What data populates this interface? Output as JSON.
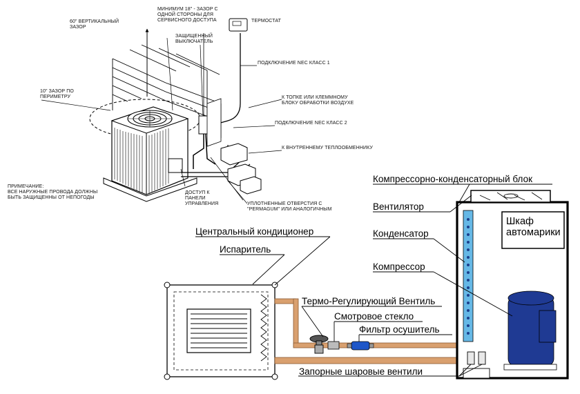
{
  "top_diagram": {
    "vertical_clearance": "60\" ВЕРТИКАЛЬНЫЙ\nЗАЗОР",
    "min_clearance": "МИНИМУМ 18\" - ЗАЗОР С\nОДНОЙ СТОРОНЫ ДЛЯ\nСЕРВИСНОГО ДОСТУПА",
    "thermostat": "ТЕРМОСТАТ",
    "protected_switch": "ЗАЩИЩЕННЫЙ\nВЫКЛЮЧАТЕЛЬ",
    "nec_class1": "ПОДКЛЮЧЕНИЕ NEC КЛАСС 1",
    "perimeter_clearance": "10\" ЗАЗОР ПО\nПЕРИМЕТРУ",
    "to_furnace": "К ТОПКЕ ИЛИ КЛЕММНОМУ\nБЛОКУ ОБРАБОТКИ ВОЗДУХЕ",
    "nec_class2": "ПОДКЛЮЧЕНИЕ NEC КЛАСС 2",
    "to_indoor_coil": "К ВНУТРЕННЕМУ ТЕПЛООБМЕННИКУ",
    "note": "ПРИМЕЧАНИЕ:\nВСЕ НАРУЖНЫЕ ПРОВОДА ДОЛЖНЫ\nБЫТЬ ЗАЩИЩЕННЫ ОТ НЕПОГОДЫ",
    "panel_access": "ДОСТУП К\nПАНЕЛИ\nУПРАВЛЕНИЯ",
    "sealed_openings": "УПЛОТНЕННЫЕ ОТВЕРСТИЯ С\n\"PERMAGUM\" ИЛИ АНАЛОГИЧНЫМ"
  },
  "bottom_diagram": {
    "condensing_unit": "Компрессорно-конденсаторный блок",
    "fan": "Вентилятор",
    "condenser": "Конденсатор",
    "compressor": "Компрессор",
    "central_ac": "Центральный кондиционер",
    "evaporator": "Испаритель",
    "expansion_valve": "Термо-Регулирующий Вентиль",
    "sight_glass": "Смотровое стекло",
    "filter_drier": "Фильтр осушитель",
    "ball_valves": "Запорные шаровые вентили",
    "control_cabinet": "Шкаф\nавтомарики"
  },
  "colors": {
    "copper_pipe": "#d9a06f",
    "copper_edge": "#8a5a33",
    "condenser_blue": "#66b8e6",
    "compressor_blue": "#1f3a93",
    "filter_blue": "#1e56c8"
  }
}
